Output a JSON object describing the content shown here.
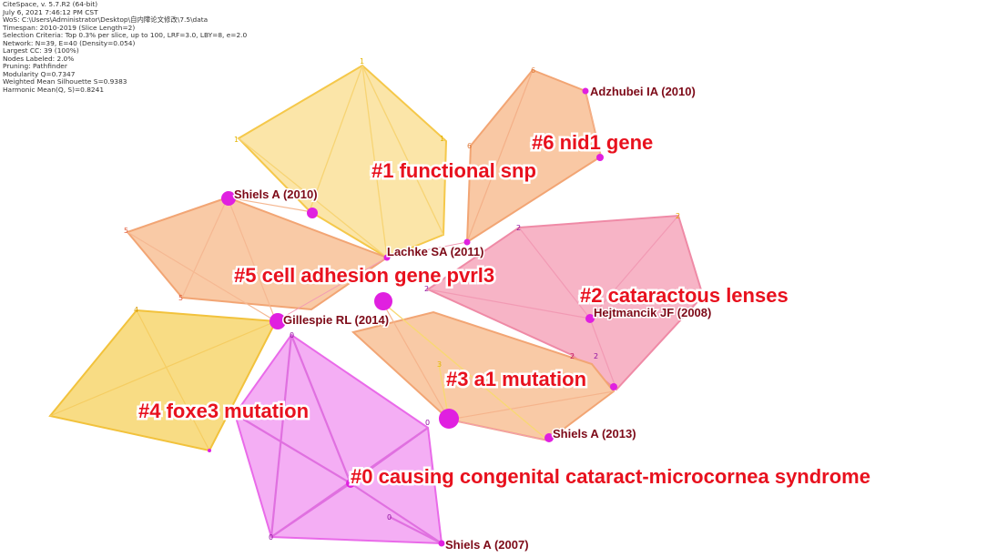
{
  "header": {
    "lines": [
      "CiteSpace, v. 5.7.R2 (64-bit)",
      "July 6, 2021 7:46:12 PM CST",
      "WoS: C:\\Users\\Administrator\\Desktop\\自内障论文修改\\7.5\\data",
      "Timespan: 2010-2019 (Slice Length=2)",
      "Selection Criteria: Top 0.3% per slice, up to 100, LRF=3.0, LBY=8, e=2.0",
      "Network: N=39, E=40 (Density=0.054)",
      "Largest CC: 39 (100%)",
      "Nodes Labeled: 2.0%",
      "Pruning: Pathfinder",
      "Modularity Q=0.7347",
      "Weighted Mean Silhouette S=0.9383",
      "Harmonic Mean(Q, S)=0.8241"
    ]
  },
  "clusters": [
    {
      "id": "0",
      "label": "#0 causing congenital cataract-microcornea syndrome",
      "color": "#ee66ee"
    },
    {
      "id": "1",
      "label": "#1 functional snp",
      "color": "#f8d040"
    },
    {
      "id": "2",
      "label": "#2 cataractous lenses",
      "color": "#f080a0"
    },
    {
      "id": "3",
      "label": "#3 a1 mutation",
      "color": "#f4a070"
    },
    {
      "id": "4",
      "label": "#4 foxe3 mutation",
      "color": "#f8c838"
    },
    {
      "id": "5",
      "label": "#5 cell adhesion gene pvrl3",
      "color": "#f4a070"
    },
    {
      "id": "6",
      "label": "#6 nid1 gene",
      "color": "#f4a070"
    }
  ],
  "nodes": [
    {
      "label": "Adzhubei IA (2010)"
    },
    {
      "label": "Shiels A (2010)"
    },
    {
      "label": "Lachke SA (2011)"
    },
    {
      "label": "Gillespie RL (2014)"
    },
    {
      "label": "Hejtmancik JF (2008)"
    },
    {
      "label": "Shiels A (2013)"
    },
    {
      "label": "Shiels A (2007)"
    }
  ],
  "hull_numbers": [
    "1",
    "1",
    "1",
    "6",
    "6",
    "5",
    "5",
    "4",
    "2",
    "2",
    "2",
    "2",
    "2",
    "3",
    "0",
    "0",
    "0",
    "0"
  ],
  "colors": {
    "node": "#e020e0",
    "cluster_label": "#e8111e",
    "node_label": "#7d0a18",
    "background": "#ffffff"
  }
}
